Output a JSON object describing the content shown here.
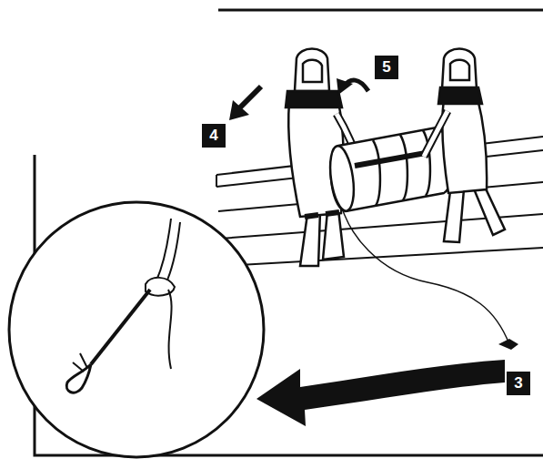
{
  "diagram": {
    "labels": [
      "4",
      "5",
      "3"
    ]
  }
}
